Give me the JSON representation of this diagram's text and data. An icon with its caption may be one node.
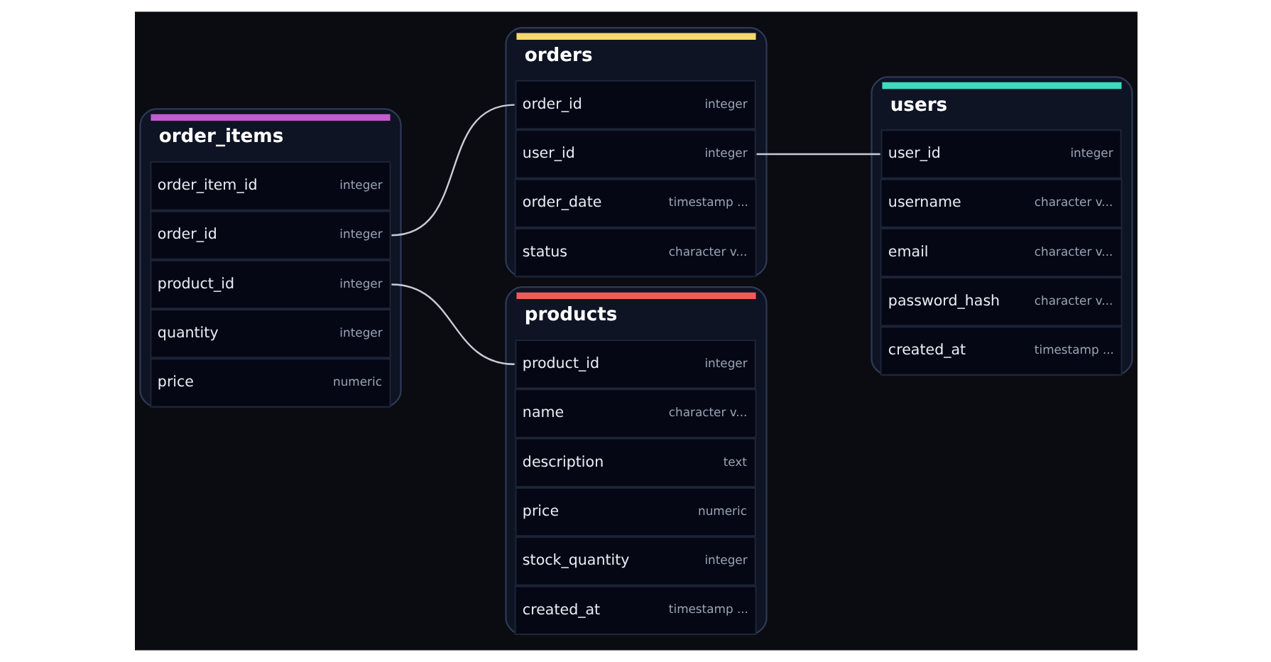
{
  "diagram": {
    "nodes": [
      {
        "text": [
          "orders"
        ]
      },
      {
        "text": [
          "order_id",
          "integer"
        ],
        "in": 0
      },
      {
        "text": [
          "user_id",
          "integer"
        ],
        "in": 0
      },
      {
        "text": [
          "order_date",
          "timestamp ..."
        ],
        "in": 0
      },
      {
        "text": [
          "status",
          "character v..."
        ],
        "in": 0
      },
      {
        "text": [
          "order_items"
        ]
      },
      {
        "text": [
          "order_item_id",
          "integer"
        ],
        "in": 5
      },
      {
        "text": [
          "order_id",
          "integer"
        ],
        "in": 5
      },
      {
        "text": [
          "product_id",
          "integer"
        ],
        "in": 5
      },
      {
        "text": [
          "quantity",
          "integer"
        ],
        "in": 5
      },
      {
        "text": [
          "price",
          "numeric"
        ],
        "in": 5
      },
      {
        "text": [
          "users"
        ]
      },
      {
        "text": [
          "user_id",
          "integer"
        ],
        "in": 11
      },
      {
        "text": [
          "username",
          "character v..."
        ],
        "in": 11
      },
      {
        "text": [
          "email",
          "character v..."
        ],
        "in": 11
      },
      {
        "text": [
          "password_hash",
          "character v..."
        ],
        "in": 11
      },
      {
        "text": [
          "created_at",
          "timestamp ..."
        ],
        "in": 11
      },
      {
        "text": [
          "products"
        ]
      },
      {
        "text": [
          "product_id",
          "integer"
        ],
        "in": 17
      },
      {
        "text": [
          "name",
          "character v..."
        ],
        "in": 17
      },
      {
        "text": [
          "description",
          "text"
        ],
        "in": 17
      },
      {
        "text": [
          "price",
          "numeric"
        ],
        "in": 17
      },
      {
        "text": [
          "stock_quantity",
          "integer"
        ],
        "in": 17
      },
      {
        "text": [
          "created_at",
          "timestamp ..."
        ],
        "in": 17
      }
    ],
    "edges": [
      {
        "from": 7,
        "to": 1,
        "arrow": "none"
      },
      {
        "from": 2,
        "to": 12,
        "arrow": "none"
      },
      {
        "from": 8,
        "to": 18,
        "arrow": "none"
      }
    ]
  }
}
